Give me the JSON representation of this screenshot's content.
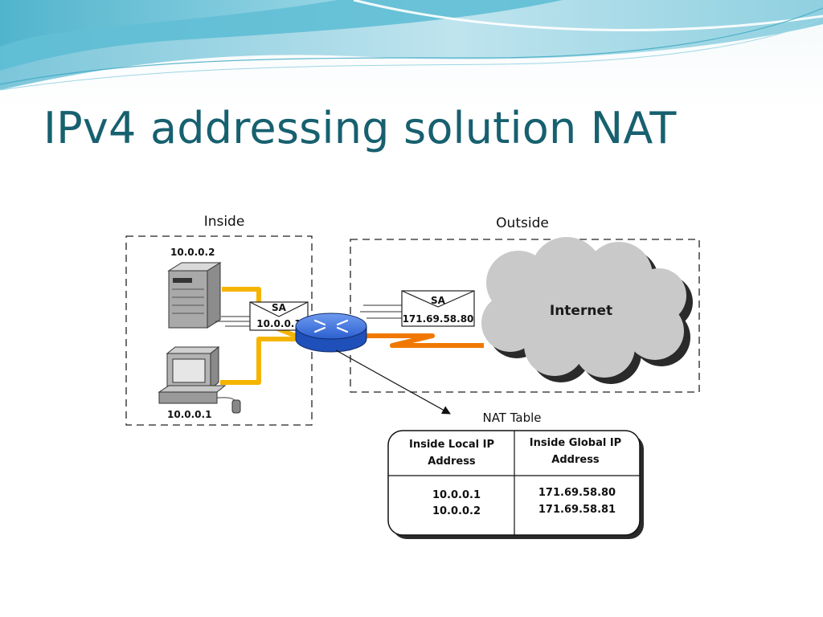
{
  "slide": {
    "title": "IPv4 addressing solution NAT"
  },
  "diagram": {
    "inside_label": "Inside",
    "outside_label": "Outside",
    "server_ip": "10.0.0.2",
    "pc_ip": "10.0.0.1",
    "cloud_label": "Internet",
    "packet_inside": {
      "field": "SA",
      "address": "10.0.0.1"
    },
    "packet_outside": {
      "field": "SA",
      "address": "171.69.58.80"
    }
  },
  "nat_table": {
    "title": "NAT Table",
    "headers": [
      [
        "Inside Local IP",
        "Address"
      ],
      [
        "Inside Global IP",
        "Address"
      ]
    ],
    "rows": [
      [
        "10.0.0.1",
        "171.69.58.80"
      ],
      [
        "10.0.0.2",
        "171.69.58.81"
      ]
    ]
  },
  "colors": {
    "title": "#17606f",
    "inside_link": "#f5b400",
    "wan_link": "#f07800",
    "router": "#2a5fd0",
    "cloud": "#c9c9c9"
  }
}
